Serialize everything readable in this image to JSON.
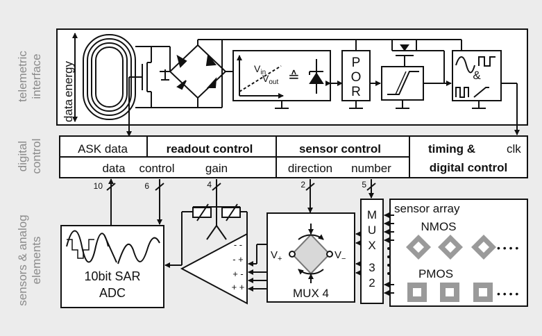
{
  "side_labels": {
    "top": [
      "telemetric",
      "interface"
    ],
    "middle": [
      "digital",
      "control"
    ],
    "bottom": [
      "sensors & analog",
      "elements"
    ]
  },
  "coil": {
    "data": "data",
    "energy": "energy"
  },
  "regulator": {
    "vin": "V",
    "vin_sub": "in",
    "vout": "V",
    "vout_sub": "out",
    "approx": "≙"
  },
  "por": [
    "P",
    "O",
    "R"
  ],
  "timing_block": {
    "amp": "&"
  },
  "control_bar": {
    "ask": "ASK data",
    "readout": "readout control",
    "sensor_control": "sensor control",
    "timing": "timing &",
    "clk": "clk",
    "digital_control": "digital control",
    "data_label": "data",
    "control_label": "control",
    "gain_label": "gain",
    "direction_label": "direction",
    "number_label": "number"
  },
  "bus_widths": [
    "10",
    "6",
    "4",
    "2",
    "5"
  ],
  "adc": [
    "10bit SAR",
    "ADC"
  ],
  "amp_inputs": [
    "- -",
    "- +",
    "+ -",
    "+ +"
  ],
  "mux4": {
    "label": "MUX 4",
    "vplus": "V",
    "vplus_sub": "+",
    "vminus": "V",
    "vminus_sub": "−"
  },
  "mux32": [
    "M",
    "U",
    "X",
    "3",
    "2"
  ],
  "sensor_array": {
    "title": "sensor array",
    "nmos": "NMOS",
    "pmos": "PMOS",
    "more": "• • • •"
  }
}
